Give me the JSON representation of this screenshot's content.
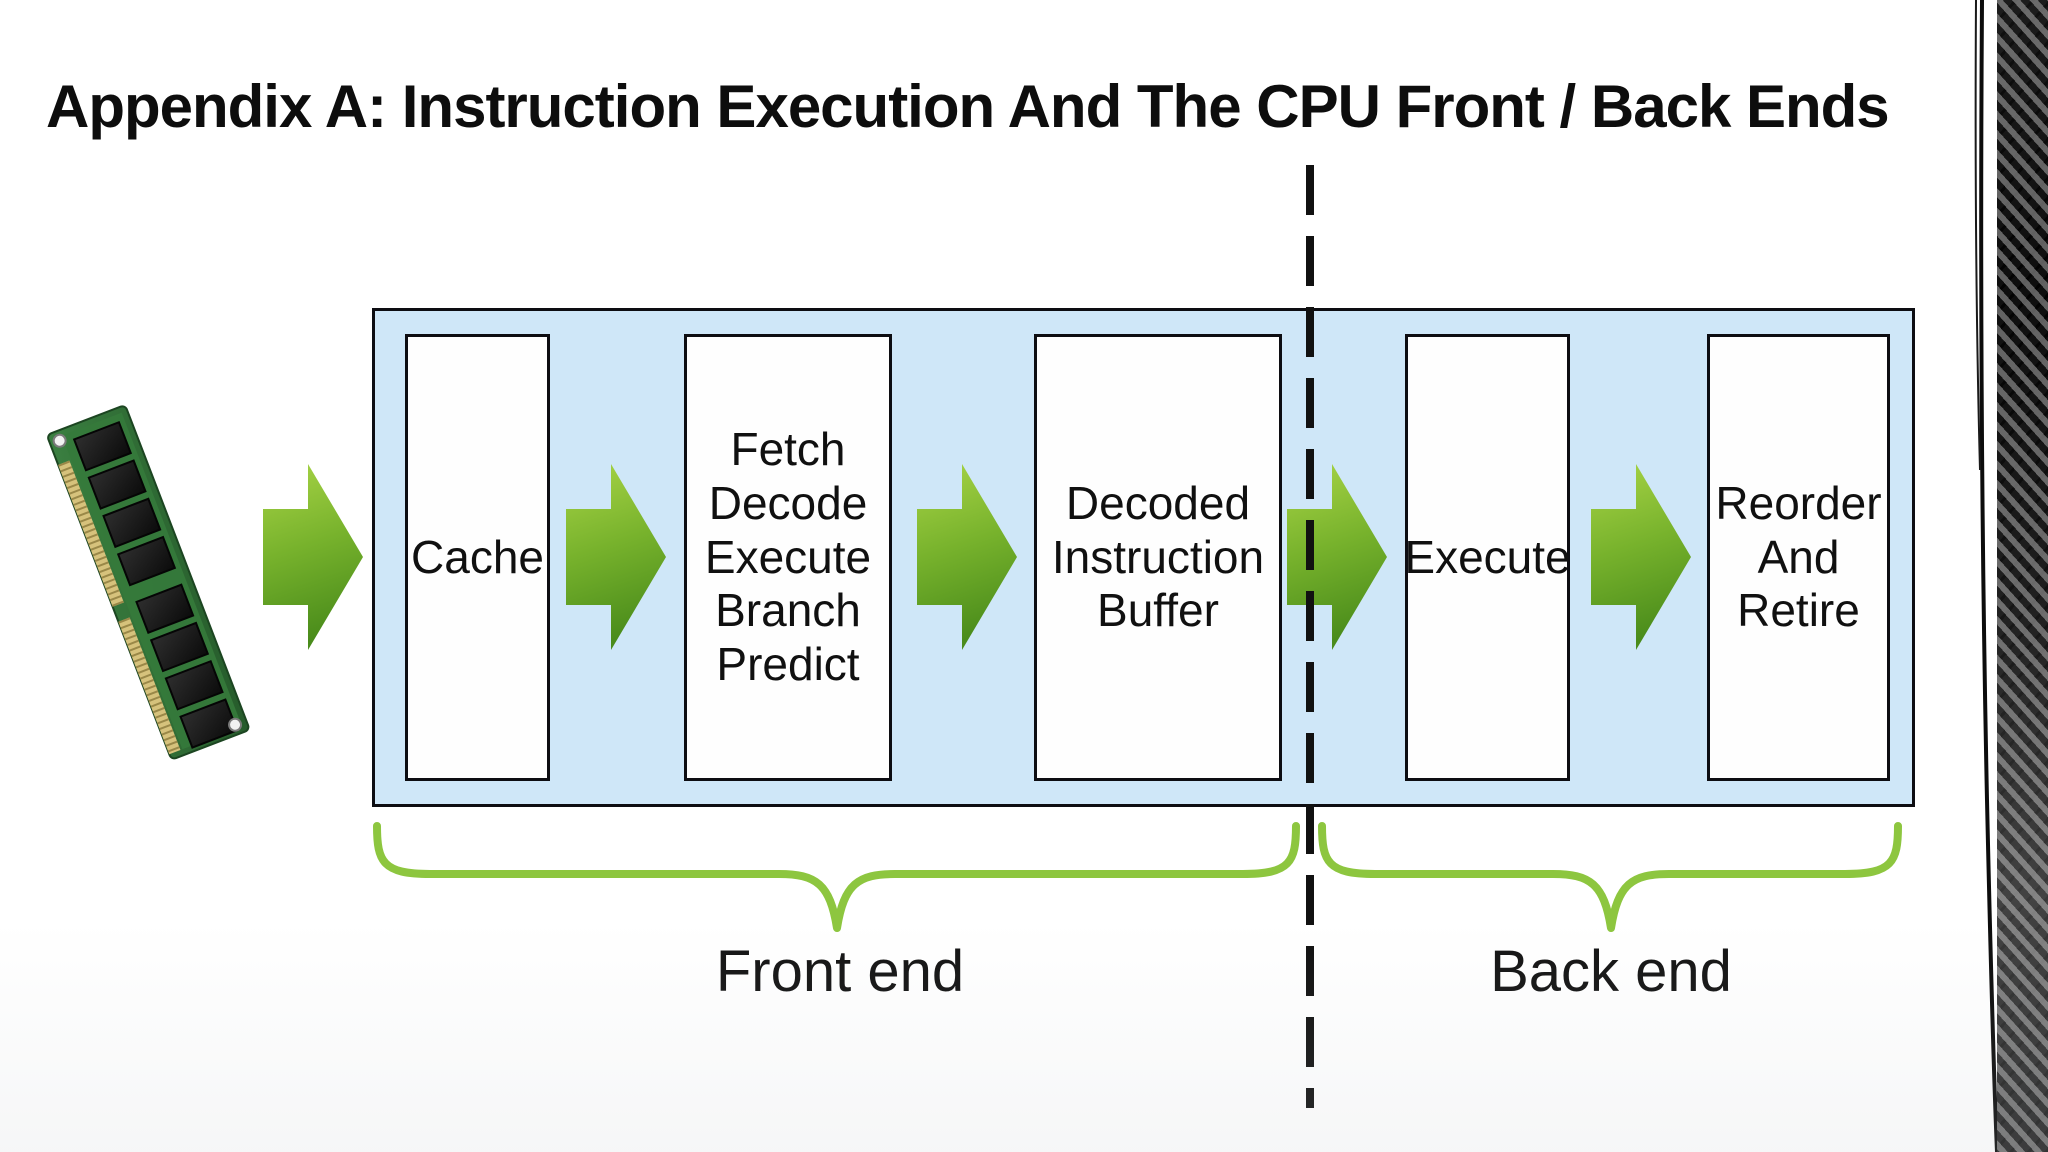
{
  "slide": {
    "title": "Appendix A: Instruction Execution And The CPU Front / Back Ends"
  },
  "pipeline": {
    "stages": [
      {
        "label": "Cache"
      },
      {
        "label": "Fetch\nDecode\nExecute\nBranch\nPredict"
      },
      {
        "label": "Decoded\nInstruction\nBuffer"
      },
      {
        "label": "Execute"
      },
      {
        "label": "Reorder\nAnd\nRetire"
      }
    ],
    "front_end_label": "Front end",
    "back_end_label": "Back end"
  },
  "icons": {
    "memory_module": "ram-dimm-photo",
    "flow_arrow": "green-right-arrow",
    "divider": "dashed-vertical-line",
    "front_brace": "green-curly-brace",
    "back_brace": "green-curly-brace",
    "page_edge": "carbon-fiber-strip"
  },
  "colors": {
    "container_fill": "#cfe7f8",
    "box_fill": "#fefefe",
    "border_black": "#0d0d12",
    "arrow_green_light": "#a8d446",
    "arrow_green_mid": "#77b22c",
    "arrow_green_dark": "#4a8c1b",
    "brace_green": "#8dc63f",
    "divider_black": "#111111",
    "carbon_dark": "#0e0e0e",
    "pcb_green": "#35743b",
    "pin_gold": "#d6c27c"
  }
}
